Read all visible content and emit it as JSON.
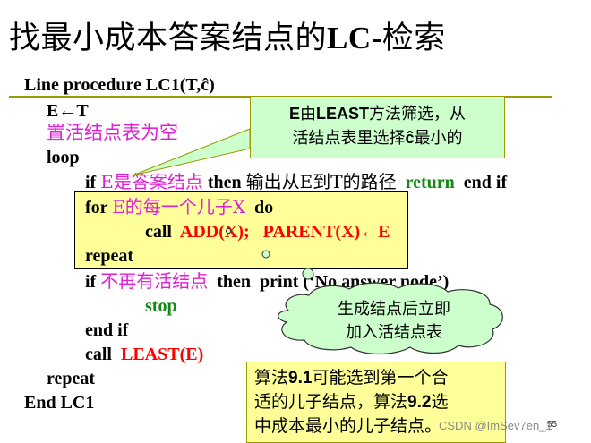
{
  "slide": {
    "title_cn": "找最小成本答案结点的",
    "title_bold": "LC-",
    "title_cn2": "检索",
    "page_number": "55",
    "watermark": "CSDN @ImSev7en_1"
  },
  "code": {
    "header": "Line procedure LC1(T,ĉ)",
    "line1": "E←T",
    "line2": "置活结点表为空",
    "line3": "loop",
    "line4": {
      "kw_if": "if",
      "cond": "E是答案结点",
      "kw_then": "then",
      "action": "输出从E到T的路径",
      "kw_return": "return",
      "kw_endif": "end if"
    },
    "loop_box": {
      "for_kw": "for",
      "for_cond": "E的每一个儿子X",
      "do_kw": "do",
      "call_kw": "call",
      "call_body": "ADD(X);   PARENT(X)←E",
      "repeat_kw": "repeat"
    },
    "line8": {
      "kw_if": "if",
      "cond": "不再有活结点",
      "kw_then": "then",
      "action": "print (‘No answer node’)"
    },
    "line9": "stop",
    "line10": "end if",
    "line11": {
      "call_kw": "call",
      "call_body": "LEAST(E)"
    },
    "line12": "repeat",
    "line13": "End LC1"
  },
  "callouts": {
    "rect_callout": {
      "line1_bold": "E",
      "line1_a": "由",
      "line1_bold2": "LEAST",
      "line1_b": "方法筛选，从",
      "line2": "活结点表里选择",
      "line2_bold": "ĉ",
      "line2_b": "最小的"
    },
    "cloud_callout": {
      "line1": "生成结点后立即",
      "line2": "加入活结点表"
    },
    "note": {
      "line1_a": "算法",
      "line1_bold": "9.1",
      "line1_b": "可能选到第一个合",
      "line2_a": "适的儿子结点，算法",
      "line2_bold": "9.2",
      "line2_b": "选",
      "line3": "中成本最小的儿子结点。"
    }
  },
  "colors": {
    "rule": "#999900",
    "keyword_magenta": "#e020d8",
    "call_red": "#ff0000",
    "return_green": "#148a14",
    "yellow_fill": "#ffff99",
    "green_fill": "#ccffcc"
  }
}
